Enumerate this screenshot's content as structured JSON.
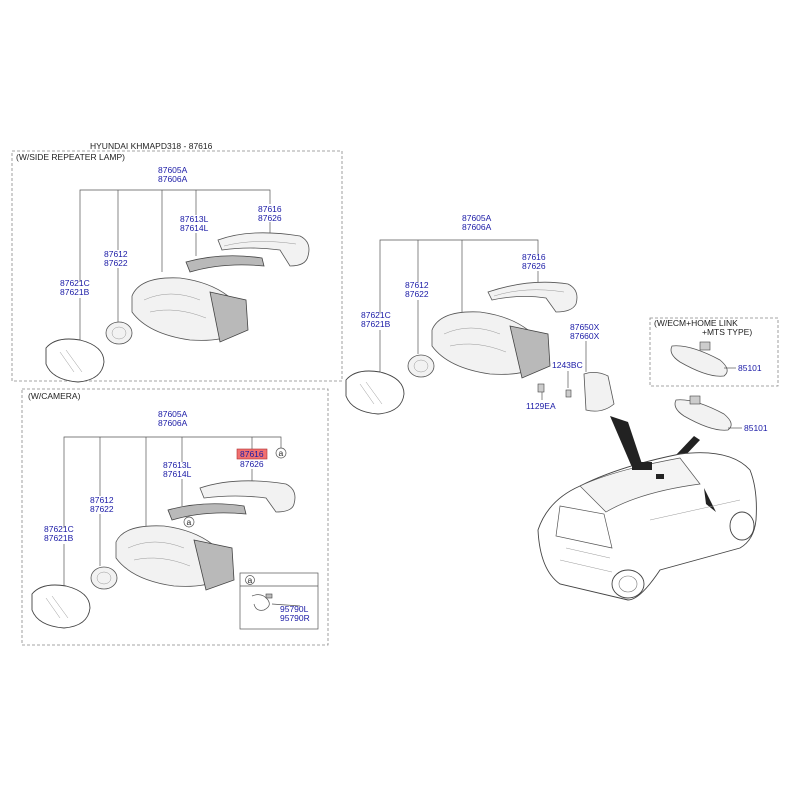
{
  "title": "HYUNDAI KHMAPD318 - 87616",
  "groups": {
    "side_repeater": "(W/SIDE REPEATER LAMP)",
    "camera": "(W/CAMERA)",
    "ecm": [
      "(W/ECM+HOME LINK",
      "+MTS TYPE)"
    ],
    "callout": "a"
  },
  "labels": {
    "a_87605": [
      "87605A",
      "87606A"
    ],
    "a_87616": [
      "87616",
      "87626"
    ],
    "a_87613": [
      "87613L",
      "87614L"
    ],
    "a_87612": [
      "87612",
      "87622"
    ],
    "a_87621": [
      "87621C",
      "87621B"
    ],
    "b_87605": [
      "87605A",
      "87606A"
    ],
    "b_87616": [
      "87616",
      "87626"
    ],
    "b_87613": [
      "87613L",
      "87614L"
    ],
    "b_87612": [
      "87612",
      "87622"
    ],
    "b_87621": [
      "87621C",
      "87621B"
    ],
    "b_95790": [
      "95790L",
      "95790R"
    ],
    "c_87605": [
      "87605A",
      "87606A"
    ],
    "c_87616": [
      "87616",
      "87626"
    ],
    "c_87612": [
      "87612",
      "87622"
    ],
    "c_87621": [
      "87621C",
      "87621B"
    ],
    "c_87650": [
      "87650X",
      "87660X"
    ],
    "c_1243": "1243BC",
    "c_1129": "1129EA",
    "d_85101_top": "85101",
    "d_85101_bot": "85101"
  },
  "highlight_color": "#f07070"
}
